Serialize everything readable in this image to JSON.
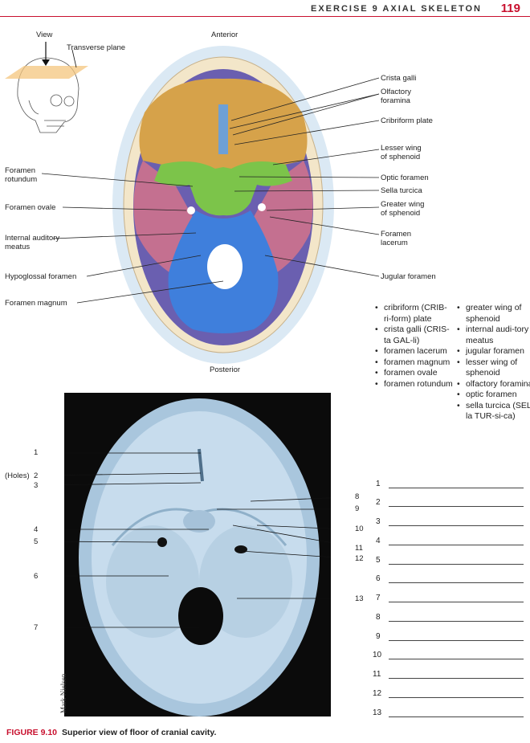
{
  "header": {
    "title": "EXERCISE 9 AXIAL SKELETON",
    "page": "119"
  },
  "top": {
    "view": "View",
    "plane": "Transverse plane",
    "anterior": "Anterior",
    "posterior": "Posterior",
    "left_labels": {
      "rotundum": "Foramen\nrotundum",
      "ovale": "Foramen ovale",
      "auditory": "Internal auditory\nmeatus",
      "hypoglossal": "Hypoglossal foramen",
      "magnum": "Foramen magnum"
    },
    "right_labels": {
      "crista": "Crista galli",
      "olfactory": "Olfactory\nforamina",
      "cribriform": "Cribriform plate",
      "lesser": "Lesser wing\nof sphenoid",
      "optic": "Optic foramen",
      "sella": "Sella turcica",
      "greater": "Greater wing\nof sphenoid",
      "lacerum": "Foramen\nlacerum",
      "jugular": "Jugular foramen"
    }
  },
  "terms_left": [
    "cribriform (CRIB-ri-form) plate",
    "crista galli (CRIS-ta GAL-li)",
    "foramen lacerum",
    "foramen magnum",
    "foramen ovale",
    "foramen rotundum"
  ],
  "terms_right": [
    "greater wing of sphenoid",
    "internal audi-tory meatus",
    "jugular foramen",
    "lesser wing of sphenoid",
    "olfactory foramina",
    "optic foramen",
    "sella turcica (SEL-la TUR-si-ca)"
  ],
  "photo": {
    "holes": "(Holes)",
    "left_nums": [
      "1",
      "2",
      "3",
      "4",
      "5",
      "6",
      "7"
    ],
    "right_nums": [
      "8",
      "9",
      "10",
      "11",
      "12",
      "13"
    ],
    "credit": "Mark Nielsen"
  },
  "blanks": [
    "1",
    "2",
    "3",
    "4",
    "5",
    "6",
    "7",
    "8",
    "9",
    "10",
    "11",
    "12",
    "13"
  ],
  "caption": {
    "figure": "FIGURE 9.10",
    "text": "Superior view of floor of cranial cavity."
  }
}
